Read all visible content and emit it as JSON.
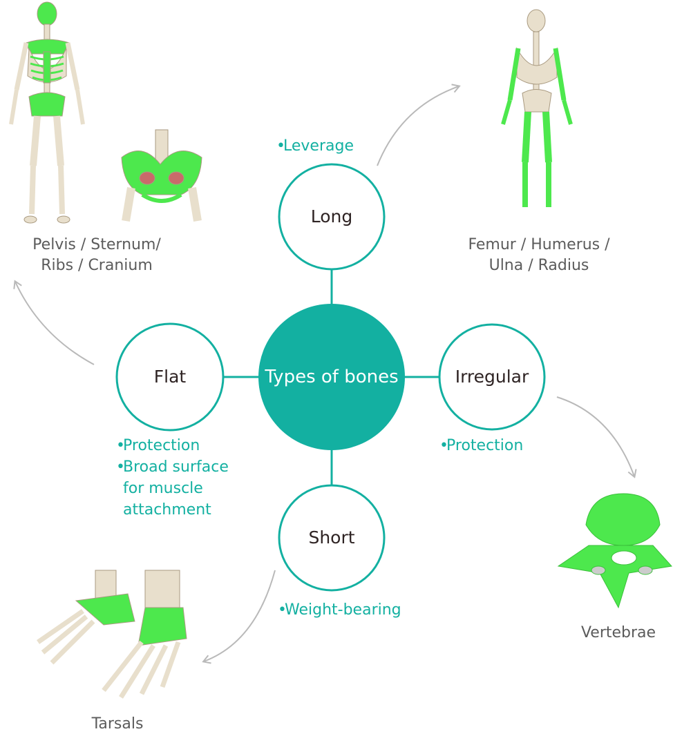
{
  "center": {
    "label": "Types of bones"
  },
  "nodes": {
    "long": {
      "label": "Long",
      "bullets": [
        "Leverage"
      ],
      "examples": [
        "Femur / Humerus /",
        "Ulna / Radius"
      ]
    },
    "flat": {
      "label": "Flat",
      "bullets": [
        "Protection",
        "Broad surface",
        "for muscle",
        "attachment"
      ],
      "examples": [
        "Pelvis / Sternum/",
        "Ribs / Cranium"
      ]
    },
    "irregular": {
      "label": "Irregular",
      "bullets": [
        "Protection"
      ],
      "examples": [
        "Vertebrae"
      ]
    },
    "short": {
      "label": "Short",
      "bullets": [
        "Weight-bearing"
      ],
      "examples": [
        "Tarsals"
      ]
    }
  },
  "colors": {
    "teal": "#13b0a1",
    "highlight_green": "#4de84d",
    "bone": "#e8dfcc",
    "arrow": "#b9b9b9",
    "label_text": "#5b5b5b",
    "node_text": "#2e2323"
  },
  "icons": [
    "full-skeleton-flat-highlight",
    "pelvis-bone",
    "full-skeleton-long-highlight",
    "vertebra",
    "foot-tarsals"
  ]
}
